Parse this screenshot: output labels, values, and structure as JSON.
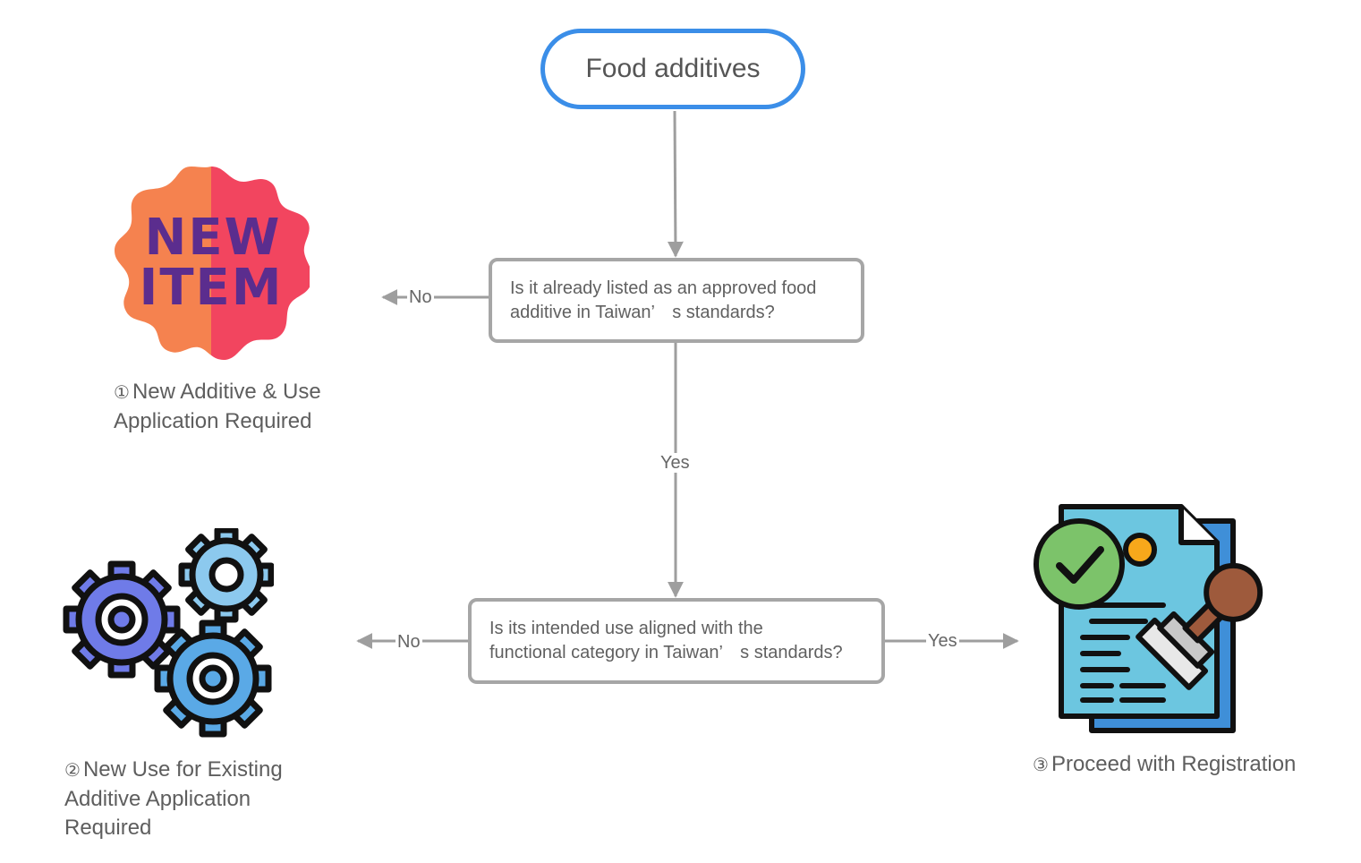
{
  "start": {
    "label": "Food additives"
  },
  "decisions": [
    {
      "id": "d1",
      "line1": "Is it already listed as an approved food",
      "line2": "additive in Taiwan’　s standards?"
    },
    {
      "id": "d2",
      "line1": "Is its intended use aligned with the",
      "line2": "functional category in Taiwan’　s standards?"
    }
  ],
  "edges": {
    "d1_no": "No",
    "d1_yes": "Yes",
    "d2_no": "No",
    "d2_yes": "Yes"
  },
  "outcomes": [
    {
      "number": "①",
      "line1": "New Additive & Use",
      "line2": "Application Required",
      "icon": "new-item-badge-icon"
    },
    {
      "number": "②",
      "line1": "New Use for Existing",
      "line2": "Additive Application",
      "line3": "Required",
      "icon": "gears-icon"
    },
    {
      "number": "③",
      "line1": "Proceed with Registration",
      "icon": "approved-document-stamp-icon"
    }
  ],
  "badge": {
    "line1": "NEW",
    "line2": "ITEM"
  },
  "colors": {
    "start_border": "#3b8ee8",
    "box_border": "#a6a6a6",
    "connector": "#9e9e9e",
    "badge_left": "#f5824f",
    "badge_right": "#f2455f",
    "badge_text": "#5b2d8e",
    "gear_purple": "#6f7be8",
    "gear_blue": "#5aa9e6",
    "gear_light": "#8cc9ee",
    "doc_blue": "#6cc6e0",
    "check_green": "#7cc36a",
    "stamp_brown": "#9e5a3c",
    "seal_orange": "#f7a81b"
  }
}
